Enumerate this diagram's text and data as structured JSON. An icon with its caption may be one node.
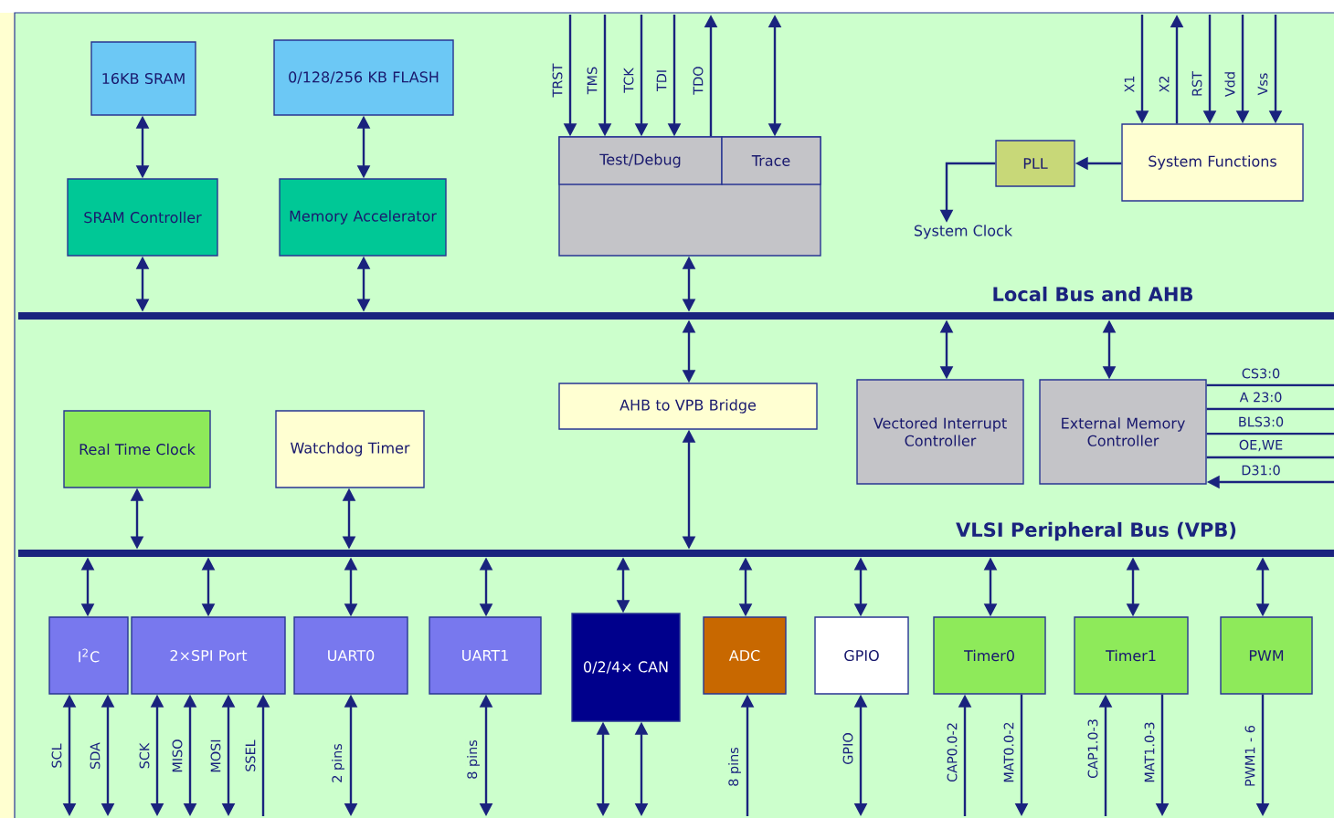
{
  "diagram": {
    "nodes": [
      {
        "text": [
          "16KB SRAM"
        ]
      },
      {
        "text": [
          "0/128/256 KB FLASH"
        ]
      },
      {
        "text": [
          "SRAM Controller"
        ]
      },
      {
        "text": [
          "Memory Accelerator"
        ]
      },
      {
        "text": [],
        "shape": "box"
      },
      {
        "text": [
          "Test/Debug"
        ],
        "in": 4
      },
      {
        "text": [
          "Trace"
        ],
        "in": 4
      },
      {
        "text": [
          "PLL"
        ]
      },
      {
        "text": [
          "System Functions"
        ]
      },
      {
        "text": [
          "System Clock"
        ]
      },
      {
        "text": [
          "Local Bus and AHB"
        ]
      },
      {
        "text": [
          "Real Time Clock"
        ]
      },
      {
        "text": [
          "Watchdog Timer"
        ]
      },
      {
        "text": [
          "AHB to VPB Bridge"
        ]
      },
      {
        "text": [
          "Vectored Interrupt Controller"
        ]
      },
      {
        "text": [
          "External Memory Controller"
        ]
      },
      {
        "text": [
          "VLSI Peripheral Bus (VPB)"
        ]
      },
      {
        "text": [
          "I$^{2}$C"
        ]
      },
      {
        "text": [
          "2×SPI Port"
        ]
      },
      {
        "text": [
          "UART0"
        ]
      },
      {
        "text": [
          "UART1"
        ]
      },
      {
        "text": [
          "0/2/4× CAN"
        ]
      },
      {
        "text": [
          "ADC"
        ]
      },
      {
        "text": [
          "GPIO"
        ]
      },
      {
        "text": [
          "Timer0"
        ]
      },
      {
        "text": [
          "Timer1"
        ]
      },
      {
        "text": [
          "PWM"
        ]
      }
    ],
    "edges": [
      {
        "from": 0,
        "to": 2,
        "arrow": "both"
      },
      {
        "from": 1,
        "to": 3,
        "arrow": "both"
      },
      {
        "from": 2,
        "to": 10,
        "arrow": "both"
      },
      {
        "from": 3,
        "to": 10,
        "arrow": "both"
      },
      {
        "from": null,
        "to": 5,
        "arrow": "to",
        "label": "TRST"
      },
      {
        "from": null,
        "to": 5,
        "arrow": "to",
        "label": "TMS"
      },
      {
        "from": null,
        "to": 5,
        "arrow": "to",
        "label": "TCK"
      },
      {
        "from": null,
        "to": 5,
        "arrow": "to",
        "label": "TDI"
      },
      {
        "from": 5,
        "to": null,
        "arrow": "to",
        "label": "TDO"
      },
      {
        "from": 6,
        "to": null,
        "arrow": "both"
      },
      {
        "from": 4,
        "to": 10,
        "arrow": "both"
      },
      {
        "from": null,
        "to": 8,
        "arrow": "to",
        "label": "X1"
      },
      {
        "from": 8,
        "to": null,
        "arrow": "to",
        "label": "X2"
      },
      {
        "from": null,
        "to": 8,
        "arrow": "to",
        "label": "RST"
      },
      {
        "from": null,
        "to": 8,
        "arrow": "to",
        "label": "Vdd"
      },
      {
        "from": null,
        "to": 8,
        "arrow": "to",
        "label": "Vss"
      },
      {
        "from": 8,
        "to": 7,
        "arrow": "to"
      },
      {
        "from": 7,
        "to": 9,
        "arrow": "to"
      },
      {
        "from": 10,
        "to": 13,
        "arrow": "both"
      },
      {
        "from": 10,
        "to": 14,
        "arrow": "both"
      },
      {
        "from": 10,
        "to": 15,
        "arrow": "both"
      },
      {
        "from": 15,
        "to": null,
        "arrow": "none",
        "label": "CS3:0"
      },
      {
        "from": 15,
        "to": null,
        "arrow": "none",
        "label": "A 23:0"
      },
      {
        "from": 15,
        "to": null,
        "arrow": "none",
        "label": "BLS3:0"
      },
      {
        "from": 15,
        "to": null,
        "arrow": "none",
        "label": "OE,WE"
      },
      {
        "from": null,
        "to": 15,
        "arrow": "to",
        "label": "D31:0"
      },
      {
        "from": 13,
        "to": 16,
        "arrow": "both"
      },
      {
        "from": 11,
        "to": 16,
        "arrow": "both"
      },
      {
        "from": 12,
        "to": 16,
        "arrow": "both"
      },
      {
        "from": 16,
        "to": 17,
        "arrow": "both"
      },
      {
        "from": 16,
        "to": 18,
        "arrow": "both"
      },
      {
        "from": 16,
        "to": 19,
        "arrow": "both"
      },
      {
        "from": 16,
        "to": 20,
        "arrow": "both"
      },
      {
        "from": 16,
        "to": 21,
        "arrow": "both"
      },
      {
        "from": 16,
        "to": 22,
        "arrow": "both"
      },
      {
        "from": 16,
        "to": 23,
        "arrow": "both"
      },
      {
        "from": 16,
        "to": 24,
        "arrow": "both"
      },
      {
        "from": 16,
        "to": 25,
        "arrow": "both"
      },
      {
        "from": 16,
        "to": 26,
        "arrow": "both"
      },
      {
        "from": 17,
        "to": null,
        "arrow": "both",
        "label": "SCL"
      },
      {
        "from": 17,
        "to": null,
        "arrow": "both",
        "label": "SDA"
      },
      {
        "from": 18,
        "to": null,
        "arrow": "both",
        "label": "SCK"
      },
      {
        "from": 18,
        "to": null,
        "arrow": "both",
        "label": "MISO"
      },
      {
        "from": 18,
        "to": null,
        "arrow": "both",
        "label": "MOSI"
      },
      {
        "from": null,
        "to": 18,
        "arrow": "to",
        "label": "SSEL"
      },
      {
        "from": 19,
        "to": null,
        "arrow": "both",
        "label": "2 pins"
      },
      {
        "from": 20,
        "to": null,
        "arrow": "both",
        "label": "8 pins"
      },
      {
        "from": 21,
        "to": null,
        "arrow": "both"
      },
      {
        "from": 21,
        "to": null,
        "arrow": "both"
      },
      {
        "from": null,
        "to": 22,
        "arrow": "to",
        "label": "8 pins"
      },
      {
        "from": 23,
        "to": null,
        "arrow": "both",
        "label": "GPIO"
      },
      {
        "from": null,
        "to": 24,
        "arrow": "to",
        "label": "CAP0.0-2"
      },
      {
        "from": 24,
        "to": null,
        "arrow": "to",
        "label": "MAT0.0-2"
      },
      {
        "from": null,
        "to": 25,
        "arrow": "to",
        "label": "CAP1.0-3"
      },
      {
        "from": 25,
        "to": null,
        "arrow": "to",
        "label": "MAT1.0-3"
      },
      {
        "from": 26,
        "to": null,
        "arrow": "to",
        "label": "PWM1 - 6"
      }
    ]
  }
}
